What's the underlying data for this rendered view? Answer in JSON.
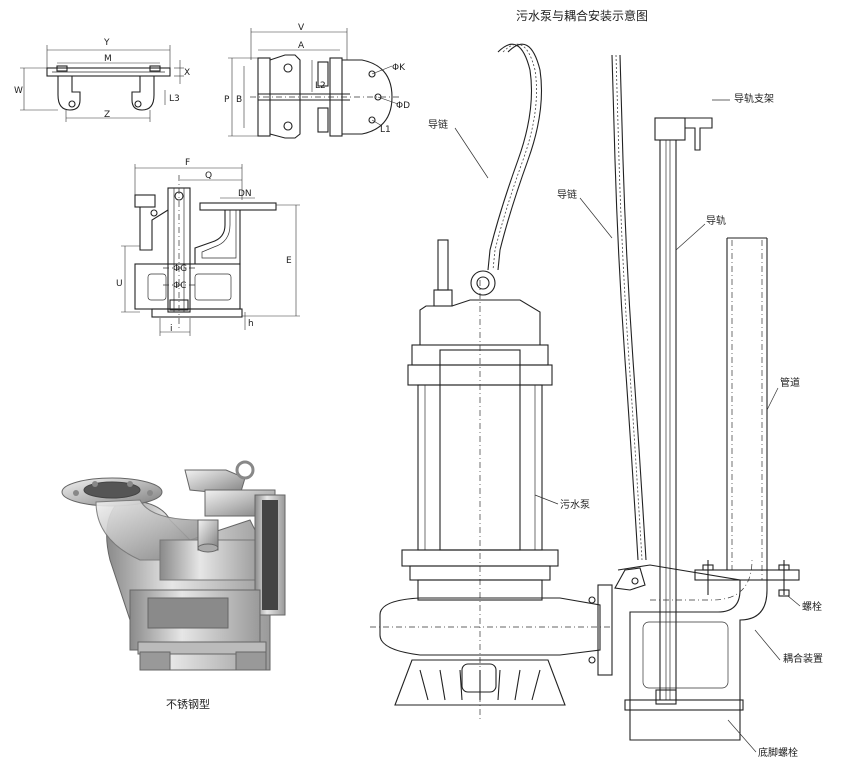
{
  "title": "污水泵与耦合安装示意图",
  "photo_caption": "不锈钢型",
  "callouts": {
    "chain_left": "导链",
    "chain_right": "导链",
    "rail_bracket": "导轨支架",
    "guide_rail": "导轨",
    "pipe": "管道",
    "pump": "污水泵",
    "bolt": "螺栓",
    "coupling": "耦合装置",
    "anchor_bolt": "底脚螺栓"
  },
  "dims_top_left": {
    "y": "Y",
    "m": "M",
    "z": "Z",
    "w": "W",
    "x": "X",
    "l3": "L3"
  },
  "dims_top_mid": {
    "v": "V",
    "a": "A",
    "p": "P",
    "b": "B",
    "l2": "L2",
    "phik": "ΦK",
    "phid": "ΦD",
    "l1": "L1"
  },
  "dims_mid_left": {
    "f": "F",
    "q": "Q",
    "dn": "DN",
    "e": "E",
    "u": "U",
    "phig": "ΦG",
    "phic": "ΦC",
    "i": "i",
    "h": "h"
  }
}
